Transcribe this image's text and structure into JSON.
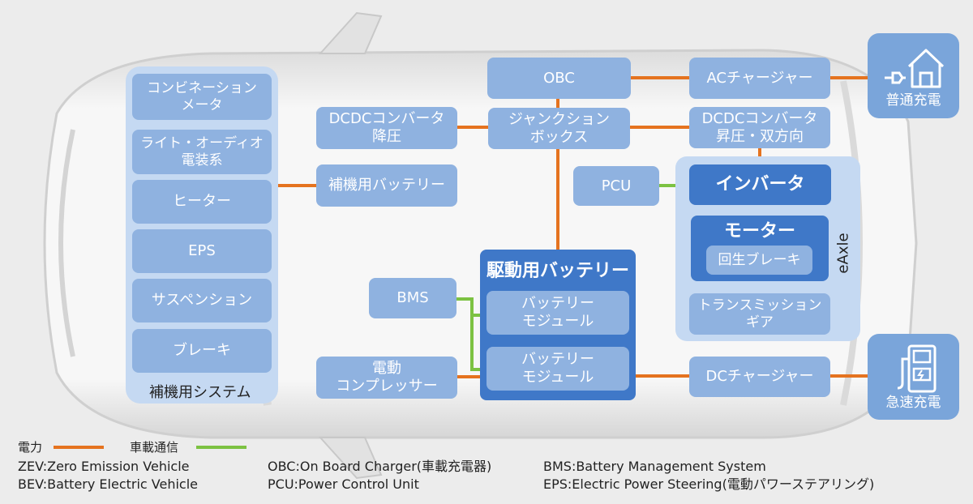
{
  "colors": {
    "power": "#e5731f",
    "comm": "#7cc242",
    "light_box": "#8fb2e0",
    "dark_box": "#3f78c8",
    "charge_box": "#7aa5da"
  },
  "aux_system": {
    "items": [
      "コンビネーション\nメータ",
      "ライト・オーディオ\n電装系",
      "ヒーター",
      "EPS",
      "サスペンション",
      "ブレーキ"
    ],
    "label": "補機用システム"
  },
  "nodes": {
    "dcdc_down": "DCDCコンバータ\n降圧",
    "aux_battery": "補機用バッテリー",
    "obc": "OBC",
    "junction_box": "ジャンクション\nボックス",
    "ac_charger": "ACチャージャー",
    "dcdc_up": "DCDCコンバータ\n昇圧・双方向",
    "pcu": "PCU",
    "inverter": "インバータ",
    "motor": "モーター",
    "regen_brake": "回生ブレーキ",
    "transmission": "トランスミッション\nギア",
    "eaxle": "eAxle",
    "bms": "BMS",
    "drive_battery": "駆動用バッテリー",
    "module_1": "バッテリー\nモジュール",
    "module_2": "バッテリー\nモジュール",
    "compressor": "電動\nコンプレッサー",
    "dc_charger": "DCチャージャー",
    "normal_charge": "普通充電",
    "quick_charge": "急速充電"
  },
  "legend": {
    "power": "電力",
    "comm": "車載通信"
  },
  "notes": [
    "ZEV:Zero Emission Vehicle",
    "BEV:Battery Electric Vehicle",
    "OBC:On Board Charger(車載充電器)",
    "PCU:Power Control Unit",
    "BMS:Battery Management System",
    "EPS:Electric Power Steering(電動パワーステアリング)"
  ]
}
